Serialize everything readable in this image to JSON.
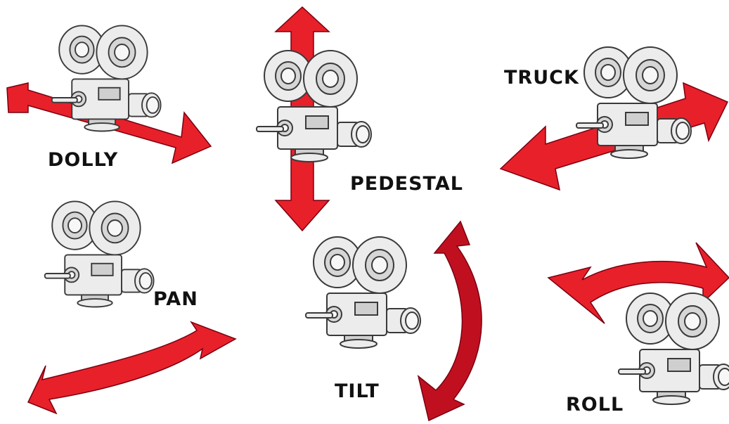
{
  "labels": {
    "dolly": "DOLLY",
    "pedestal": "PEDESTAL",
    "truck": "TRUCK",
    "pan": "PAN",
    "tilt": "TILT",
    "roll": "ROLL"
  },
  "colors": {
    "arrow": "#e8202a",
    "arrow_dark": "#c01020",
    "text": "#111111",
    "camera": "#ececec"
  }
}
